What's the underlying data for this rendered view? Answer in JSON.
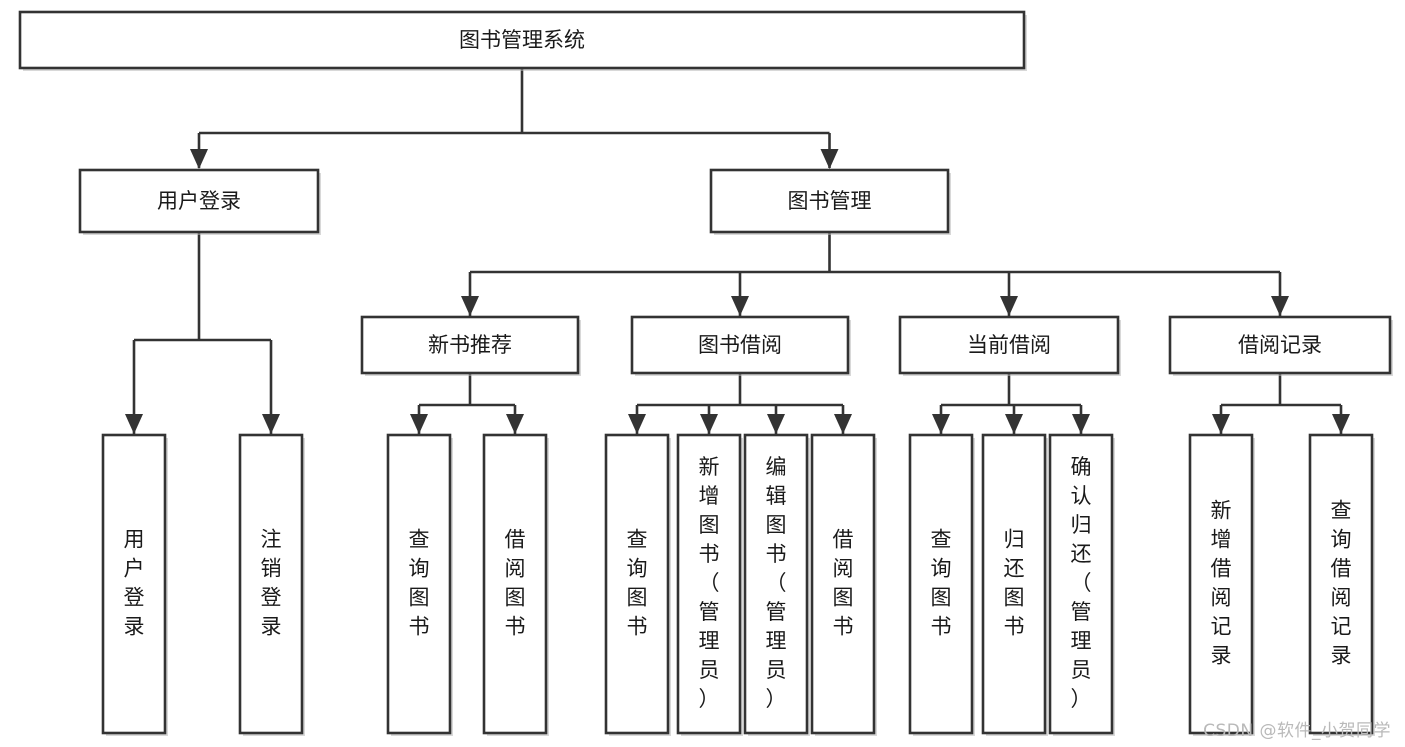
{
  "diagram": {
    "title": "图书管理系统",
    "type": "tree-hierarchy",
    "root": {
      "id": "root",
      "label": "图书管理系统"
    },
    "level2": [
      {
        "id": "user-login",
        "label": "用户登录"
      },
      {
        "id": "book-manage",
        "label": "图书管理"
      }
    ],
    "level3": [
      {
        "id": "new-book-rec",
        "label": "新书推荐",
        "parent": "book-manage"
      },
      {
        "id": "book-borrow",
        "label": "图书借阅",
        "parent": "book-manage"
      },
      {
        "id": "current-borrow",
        "label": "当前借阅",
        "parent": "book-manage"
      },
      {
        "id": "borrow-record",
        "label": "借阅记录",
        "parent": "book-manage"
      }
    ],
    "leaves": [
      {
        "id": "leaf-user-login",
        "label": "用户登录",
        "parent": "user-login"
      },
      {
        "id": "leaf-logout-login",
        "label": "注销登录",
        "parent": "user-login"
      },
      {
        "id": "leaf-query-book-1",
        "label": "查询图书",
        "parent": "new-book-rec"
      },
      {
        "id": "leaf-borrow-book-1",
        "label": "借阅图书",
        "parent": "new-book-rec"
      },
      {
        "id": "leaf-query-book-2",
        "label": "查询图书",
        "parent": "book-borrow"
      },
      {
        "id": "leaf-add-book",
        "label": "新增图书（管理员）",
        "parent": "book-borrow"
      },
      {
        "id": "leaf-edit-book",
        "label": "编辑图书（管理员）",
        "parent": "book-borrow"
      },
      {
        "id": "leaf-borrow-book-2",
        "label": "借阅图书",
        "parent": "book-borrow"
      },
      {
        "id": "leaf-query-book-3",
        "label": "查询图书",
        "parent": "current-borrow"
      },
      {
        "id": "leaf-return-book",
        "label": "归还图书",
        "parent": "current-borrow"
      },
      {
        "id": "leaf-confirm-return",
        "label": "确认归还（管理员）",
        "parent": "current-borrow"
      },
      {
        "id": "leaf-add-record",
        "label": "新增借阅记录",
        "parent": "borrow-record"
      },
      {
        "id": "leaf-query-record",
        "label": "查询借阅记录",
        "parent": "borrow-record"
      }
    ]
  },
  "watermark": {
    "text": "CSDN @软件_小贺同学"
  },
  "colors": {
    "stroke": "#333333",
    "fill": "#ffffff",
    "text": "#1a1a1a",
    "watermark": "#b9b9b9",
    "background": "#ffffff"
  }
}
